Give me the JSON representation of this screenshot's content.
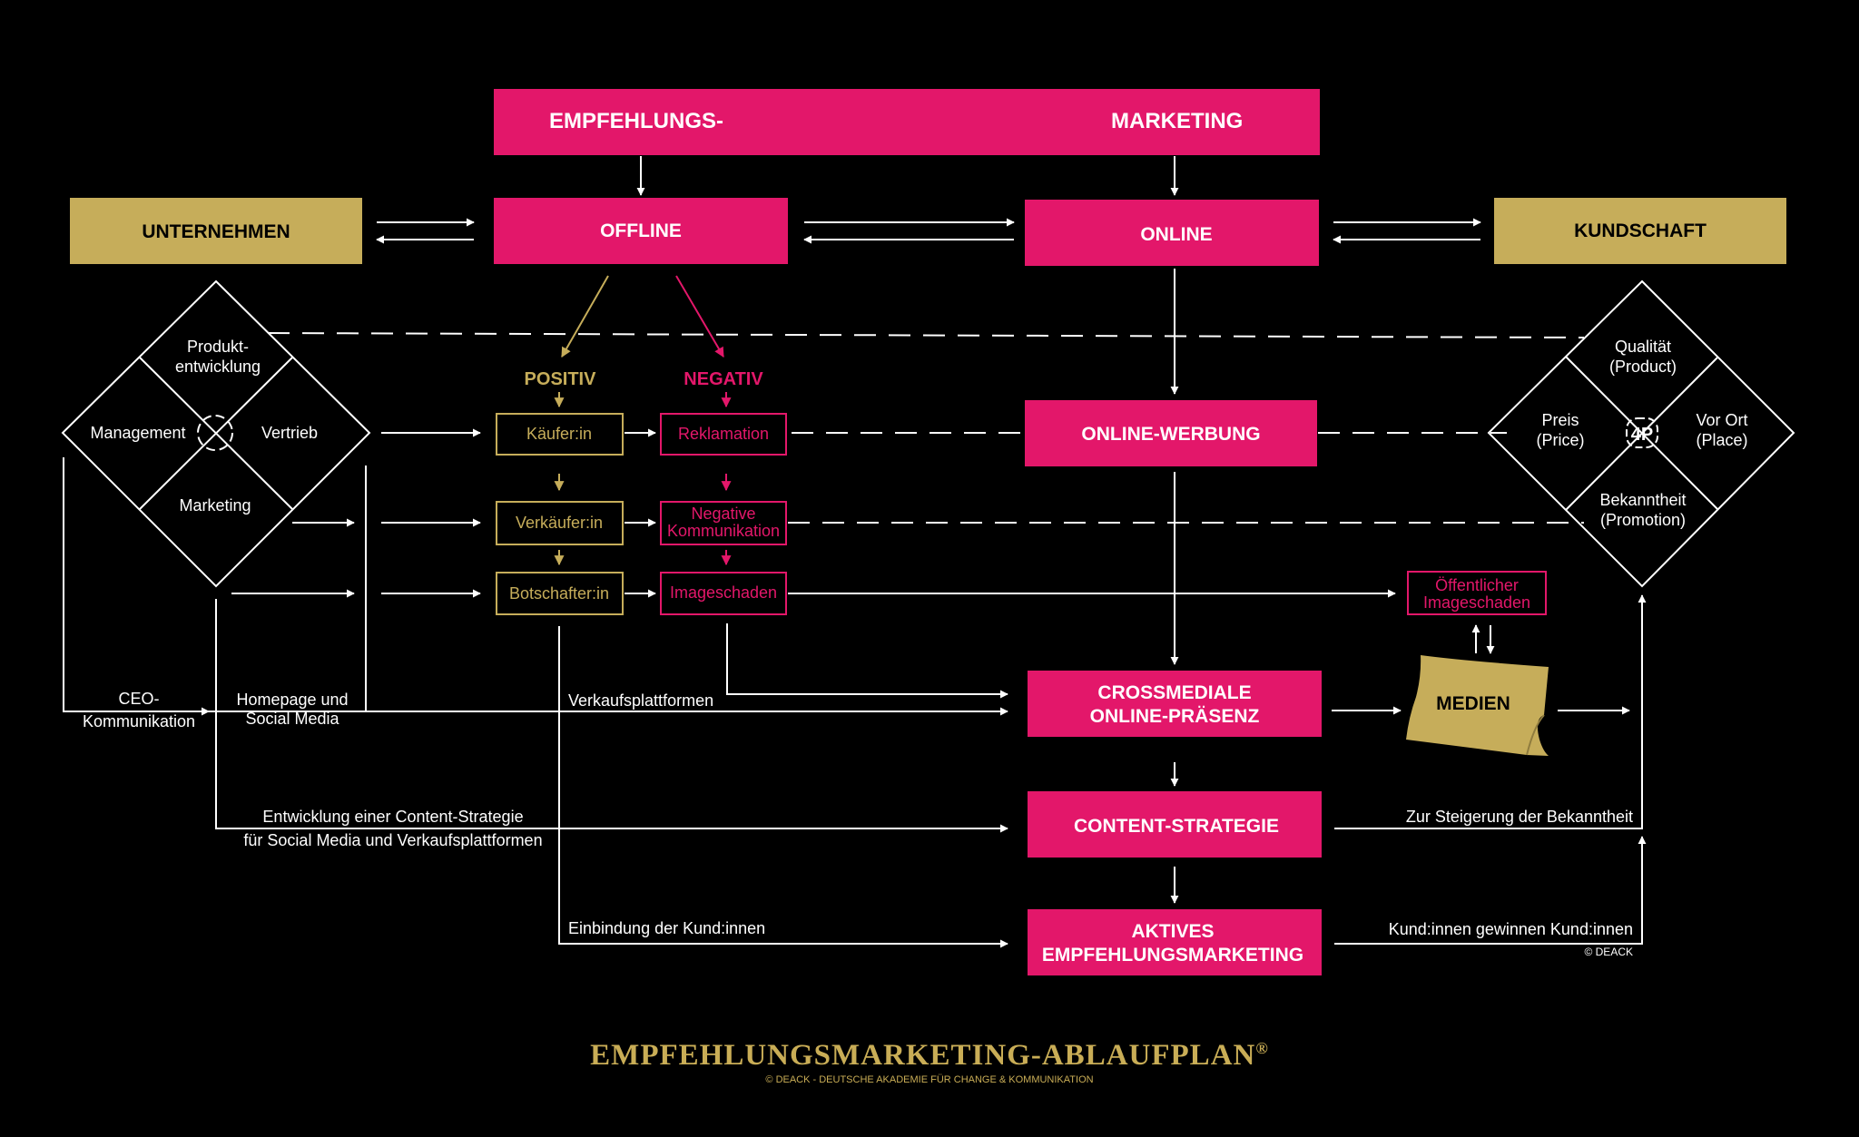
{
  "colors": {
    "pink": "#e3176a",
    "gold": "#c6ad5a",
    "white": "#ffffff",
    "background": "#000000"
  },
  "header": {
    "left": "EMPFEHLUNGS-",
    "right": "MARKETING"
  },
  "top_row": {
    "unternehmen": "UNTERNEHMEN",
    "offline": "OFFLINE",
    "online": "ONLINE",
    "kundschaft": "KUNDSCHAFT"
  },
  "left_diamond": {
    "top_line1": "Produkt-",
    "top_line2": "entwicklung",
    "left": "Management",
    "right": "Vertrieb",
    "bottom": "Marketing",
    "center_icon": "cycle-arrows-icon"
  },
  "right_diamond": {
    "top_line1": "Qualität",
    "top_line2": "(Product)",
    "left_line1": "Preis",
    "left_line2": "(Price)",
    "right_line1": "Vor Ort",
    "right_line2": "(Place)",
    "bottom_line1": "Bekanntheit",
    "bottom_line2": "(Promotion)",
    "center": "4P"
  },
  "positive": {
    "label": "POSITIV",
    "items": [
      "Käufer:in",
      "Verkäufer:in",
      "Botschafter:in"
    ]
  },
  "negative": {
    "label": "NEGATIV",
    "reklamation": "Reklamation",
    "komm_line1": "Negative",
    "komm_line2": "Kommunikation",
    "imageschaden": "Imageschaden"
  },
  "online_werbung": "ONLINE-WERBUNG",
  "public_damage": {
    "line1": "Öffentlicher",
    "line2": "Imageschaden"
  },
  "crossmedia": {
    "line1": "CROSSMEDIALE",
    "line2": "ONLINE-PRÄSENZ"
  },
  "medien": "MEDIEN",
  "content_strategie": "CONTENT-STRATEGIE",
  "aktiv": {
    "line1": "AKTIVES",
    "line2": "EMPFEHLUNGSMARKETING"
  },
  "labels": {
    "ceo_line1": "CEO-",
    "ceo_line2": "Kommunikation",
    "homepage_line1": "Homepage und",
    "homepage_line2": "Social Media",
    "verkaufsplattformen": "Verkaufsplattformen",
    "content_line1": "Entwicklung einer Content-Strategie",
    "content_line2": "für Social Media und Verkaufsplattformen",
    "einbindung": "Einbindung der Kund:innen",
    "steigerung": "Zur Steigerung der Bekanntheit",
    "gewinnen": "Kund:innen gewinnen Kund:innen",
    "copyright_small": "© DEACK"
  },
  "footer": {
    "title": "EMPFEHLUNGSMARKETING-ABLAUFPLAN",
    "registered": "®",
    "subtitle": "© DEACK - DEUTSCHE AKADEMIE FÜR CHANGE & KOMMUNIKATION"
  }
}
